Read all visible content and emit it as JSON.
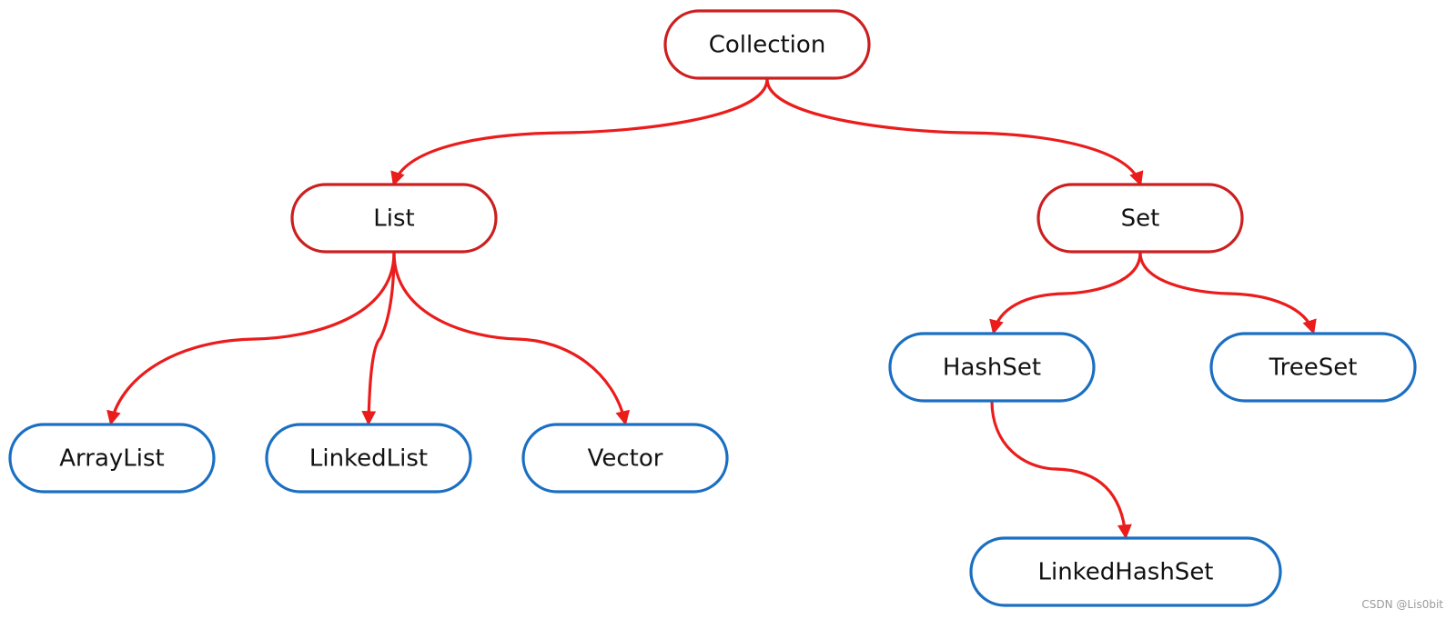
{
  "diagram": {
    "colors": {
      "interface_border": "#cc1f1f",
      "class_border": "#1a6fc2",
      "edge": "#ea1c1c",
      "text": "#111111"
    },
    "nodes": {
      "collection": {
        "label": "Collection",
        "kind": "interface"
      },
      "list": {
        "label": "List",
        "kind": "interface"
      },
      "set": {
        "label": "Set",
        "kind": "interface"
      },
      "arraylist": {
        "label": "ArrayList",
        "kind": "class"
      },
      "linkedlist": {
        "label": "LinkedList",
        "kind": "class"
      },
      "vector": {
        "label": "Vector",
        "kind": "class"
      },
      "hashset": {
        "label": "HashSet",
        "kind": "class"
      },
      "treeset": {
        "label": "TreeSet",
        "kind": "class"
      },
      "linkedhashset": {
        "label": "LinkedHashSet",
        "kind": "class"
      }
    },
    "edges": [
      {
        "from": "collection",
        "to": "list"
      },
      {
        "from": "collection",
        "to": "set"
      },
      {
        "from": "list",
        "to": "arraylist"
      },
      {
        "from": "list",
        "to": "linkedlist"
      },
      {
        "from": "list",
        "to": "vector"
      },
      {
        "from": "set",
        "to": "hashset"
      },
      {
        "from": "set",
        "to": "treeset"
      },
      {
        "from": "hashset",
        "to": "linkedhashset"
      }
    ]
  },
  "watermark": "CSDN @Lis0bit"
}
